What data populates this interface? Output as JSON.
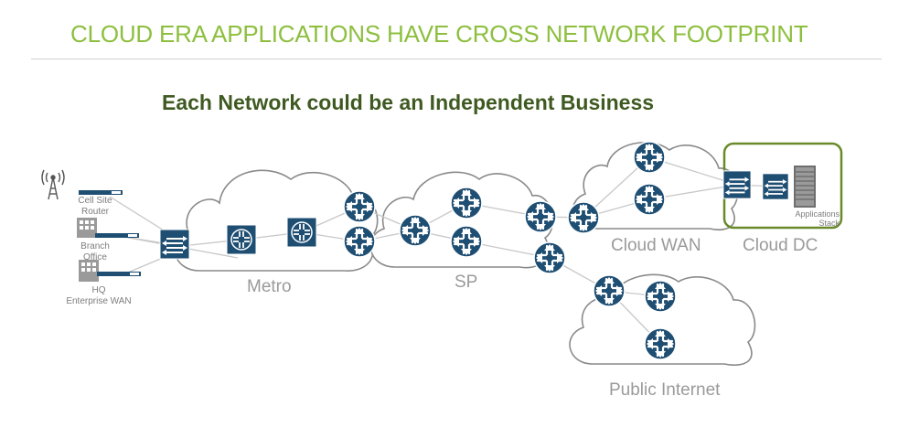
{
  "title": "CLOUD ERA APPLICATIONS HAVE CROSS NETWORK FOOTPRINT",
  "subtitle": "Each Network could be an Independent Business",
  "networks": {
    "metro": "Metro",
    "sp": "SP",
    "cloud_wan": "Cloud WAN",
    "cloud_dc": "Cloud DC",
    "public_internet": "Public Internet"
  },
  "edge_devices": {
    "cell_site_router": [
      "Cell Site",
      "Router"
    ],
    "branch_office": [
      "Branch",
      "Office"
    ],
    "hq": [
      "HQ",
      "Enterprise WAN"
    ]
  },
  "applications_stack": [
    "Applications",
    "Stack"
  ],
  "colors": {
    "title": "#8dbf3f",
    "subtitle": "#3f5a21",
    "router": "#1f4e73",
    "cloud_outline": "#8a8a8a",
    "dc_border": "#6a8a2a"
  }
}
